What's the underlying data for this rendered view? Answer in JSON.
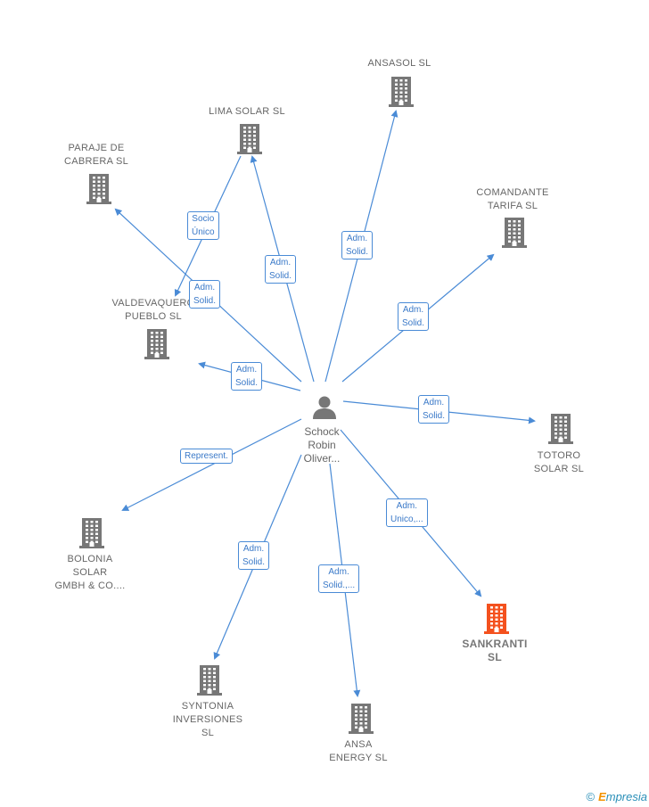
{
  "center": {
    "label": "Schock\nRobin\nOliver..."
  },
  "nodes": {
    "ansasol": "ANSASOL SL",
    "lima": "LIMA SOLAR SL",
    "paraje": "PARAJE DE\nCABRERA SL",
    "comandante": "COMANDANTE\nTARIFA  SL",
    "valdevaquero": "VALDEVAQUERO\nPUEBLO  SL",
    "totoro": "TOTORO\nSOLAR SL",
    "bolonia": "BOLONIA\nSOLAR\nGMBH & CO....",
    "sankranti": "SANKRANTI\nSL",
    "syntonia": "SYNTONIA\nINVERSIONES\nSL",
    "ansa": "ANSA\nENERGY SL"
  },
  "edge_labels": {
    "socio": "Socio\nÚnico",
    "paraje": "Adm.\nSolid.",
    "lima": "Adm.\nSolid.",
    "ansasol": "Adm.\nSolid.",
    "comandante": "Adm.\nSolid.",
    "valdevaquero": "Adm.\nSolid.",
    "totoro": "Adm.\nSolid.",
    "bolonia": "Represent.",
    "sankranti": "Adm.\nUnico,...",
    "syntonia": "Adm.\nSolid.",
    "ansa": "Adm.\nSolid.,..."
  },
  "colors": {
    "edge": "#4a8bd6",
    "building": "#777777",
    "highlight": "#f4511e"
  },
  "brand": {
    "copyright": "©",
    "e": "E",
    "rest": "mpresia"
  }
}
